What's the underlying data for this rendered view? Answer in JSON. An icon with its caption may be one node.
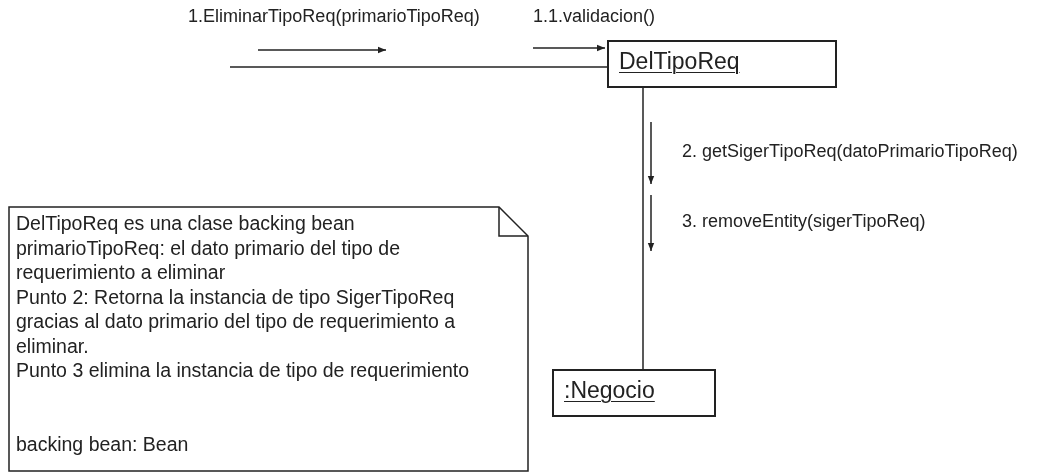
{
  "diagram": {
    "nodes": [
      {
        "text": [
          "DelTipoReq"
        ]
      },
      {
        "text": [
          ":Negocio"
        ]
      },
      {
        "text": [
          "DelTipoReq es una clase backing bean",
          "primarioTipoReq: el dato primario del tipo de requerimiento a eliminar",
          "Punto 2: Retorna la instancia de tipo SigerTipoReq gracias al dato primario del tipo de requerimiento a eliminar.",
          "Punto 3 elimina la instancia de tipo de requerimiento",
          "backing bean: Bean"
        ]
      }
    ],
    "edges": [
      {
        "from": null,
        "to": 0,
        "arrow": "none"
      },
      {
        "from": 0,
        "to": 1,
        "arrow": "none"
      }
    ],
    "labels": [
      "1.EliminarTipoReq(primarioTipoReq)",
      "1.1.validacion()",
      "2. getSigerTipoReq(datoPrimarioTipoReq)",
      "3. removeEntity(sigerTipoReq)"
    ]
  }
}
